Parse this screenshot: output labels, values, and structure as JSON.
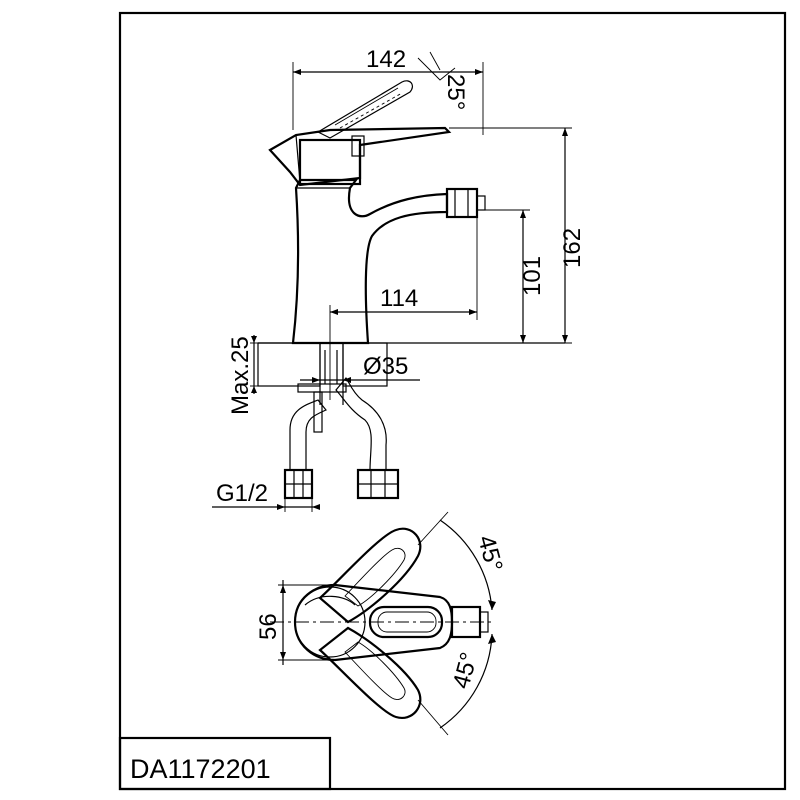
{
  "model_code": "DA1172201",
  "dimensions": {
    "width_top": "142",
    "lever_angle": "25°",
    "total_height": "162",
    "spout_height": "101",
    "spout_reach": "114",
    "max_thickness": "Max.25",
    "hole_diameter": "Ø35",
    "thread": "G1/2",
    "body_width": "56",
    "rotation_upper": "45°",
    "rotation_lower": "45°"
  }
}
